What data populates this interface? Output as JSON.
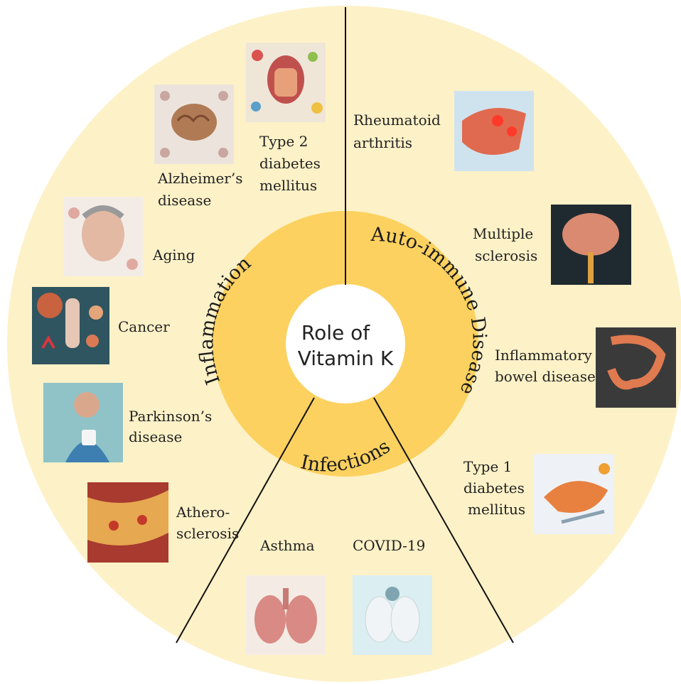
{
  "center": {
    "line1": "Role of",
    "line2": "Vitamin K"
  },
  "categories": {
    "inflammation": "Inflammation",
    "autoimmune": "Auto-immune Disease",
    "infections": "Infections"
  },
  "diseases": {
    "type2": [
      "Type 2",
      "diabetes",
      "mellitus"
    ],
    "alzheimers": [
      "Alzheimer’s",
      "disease"
    ],
    "aging": [
      "Aging"
    ],
    "cancer": [
      "Cancer"
    ],
    "parkinsons": [
      "Parkinson’s",
      "disease"
    ],
    "athero": [
      "Athero-",
      "sclerosis"
    ],
    "asthma": [
      "Asthma"
    ],
    "covid": [
      "COVID-19"
    ],
    "rheumatoid": [
      "Rheumatoid",
      "arthritis"
    ],
    "ms": [
      "Multiple",
      "sclerosis"
    ],
    "ibd": [
      "Inflammatory",
      "bowel disease"
    ],
    "type1": [
      "Type 1",
      "diabetes",
      "mellitus"
    ]
  },
  "colors": {
    "outer_disk": "#fdf1c7",
    "inner_ring": "#fcd15f",
    "center": "#ffffff",
    "divider": "#111111"
  }
}
